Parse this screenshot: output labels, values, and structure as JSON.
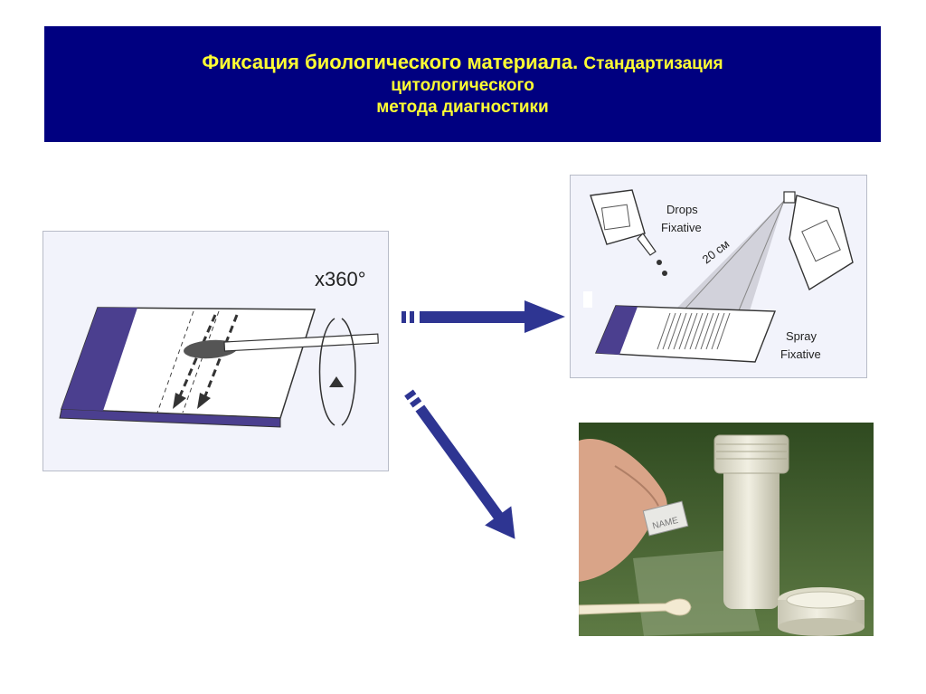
{
  "title": {
    "main": "Фиксация биологического материала.",
    "sub": "Стандартизация",
    "line2": "цитологического",
    "line3": "метода диагностики"
  },
  "left_figure": {
    "rotation_label": "x360°"
  },
  "right_figure": {
    "drops_label_1": "Drops",
    "drops_label_2": "Fixative",
    "distance_label": "20 см",
    "spray_label_1": "Spray",
    "spray_label_2": "Fixative"
  },
  "photo": {
    "slide_label": "NAME"
  },
  "colors": {
    "banner": "#000080",
    "title_text": "#ffff33",
    "arrow": "#2e3592",
    "slide_band": "#4b3f8f"
  }
}
